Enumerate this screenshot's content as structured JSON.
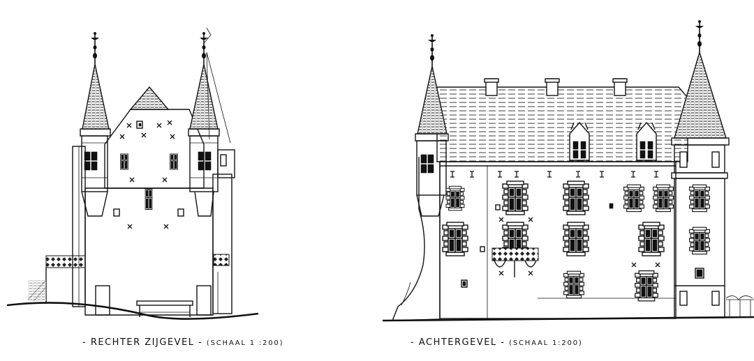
{
  "drawing": {
    "left_caption": {
      "title": "- RECHTER ZIJGEVEL -",
      "scale": "(SCHAAL 1 :200)"
    },
    "right_caption": {
      "title": "- ACHTERGEVEL -",
      "scale": "(SCHAAL 1:200)"
    }
  }
}
